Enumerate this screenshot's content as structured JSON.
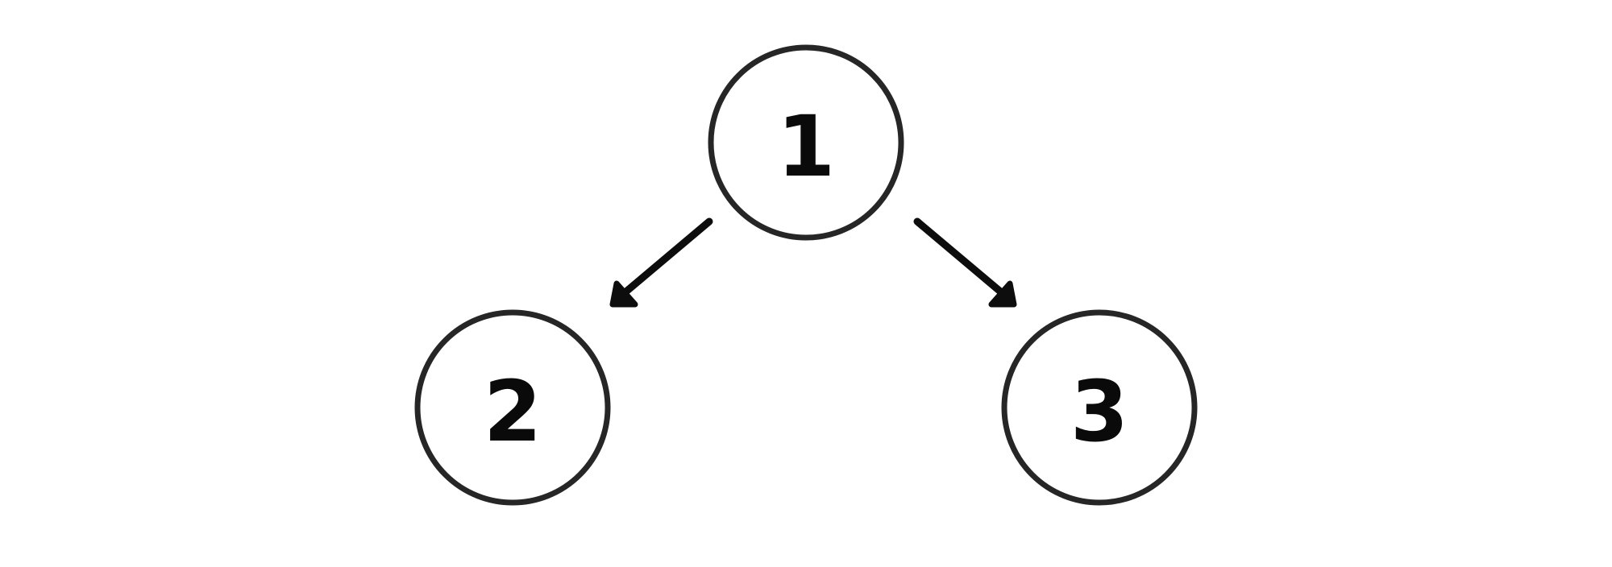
{
  "diagram": {
    "type": "tree",
    "nodes": [
      {
        "id": "n1",
        "label": "1"
      },
      {
        "id": "n2",
        "label": "2"
      },
      {
        "id": "n3",
        "label": "3"
      }
    ],
    "edges": [
      {
        "from": "1",
        "to": "2",
        "directed": true
      },
      {
        "from": "1",
        "to": "3",
        "directed": true
      }
    ],
    "colors": {
      "node_outline": "#262626",
      "node_fill": "#ffffff",
      "edge": "#0d0d0d",
      "label": "#0a0a0a"
    }
  }
}
